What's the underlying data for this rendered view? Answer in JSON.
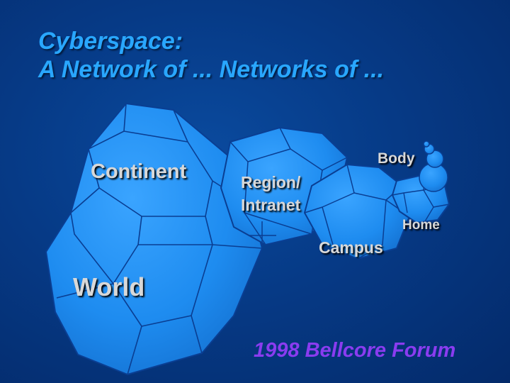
{
  "title": {
    "line1": "Cyberspace:",
    "line2": "A Network of ... Networks of ..."
  },
  "labels": {
    "continent": "Continent",
    "region_line1": "Region/",
    "region_line2": "Intranet",
    "body": "Body",
    "home": "Home",
    "campus": "Campus",
    "world": "World"
  },
  "footer": "1998 Bellcore Forum",
  "colors": {
    "background": "#063a86",
    "title": "#29a7ff",
    "polyhedron_face": "#1e8cf0",
    "edge": "#0a3e92",
    "label": "#d8d8d8",
    "footer": "#8a3cf0"
  }
}
